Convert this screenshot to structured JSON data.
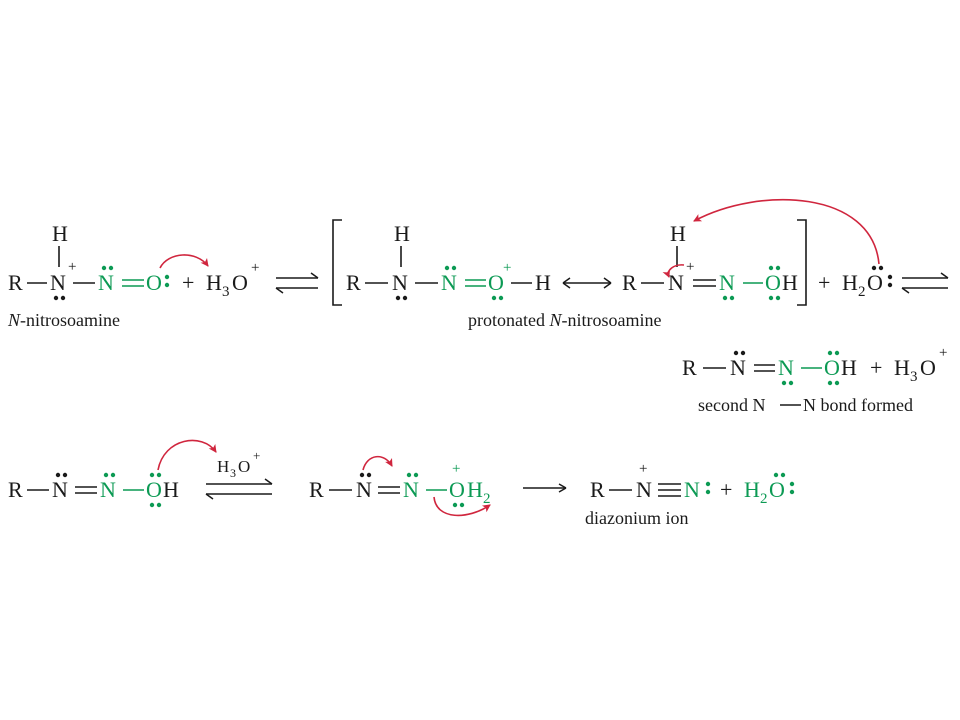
{
  "atoms": {
    "R": "R",
    "N": "N",
    "O": "O",
    "H": "H",
    "two": "2",
    "three": "3",
    "plus": "+",
    "H3O": "H",
    "colon": ":"
  },
  "labels": {
    "nitrosoamine_italic": "N",
    "nitrosoamine_rest": "-nitrosoamine",
    "protonated_pre": "protonated ",
    "protonated_italic": "N",
    "protonated_rest": "-nitrosoamine",
    "second_bond_pre": "second N",
    "second_bond_post": "N bond formed",
    "diazonium": "diazonium ion"
  },
  "colors": {
    "black": "#1a1a1a",
    "green": "#0c9a54",
    "red": "#d0263e"
  }
}
